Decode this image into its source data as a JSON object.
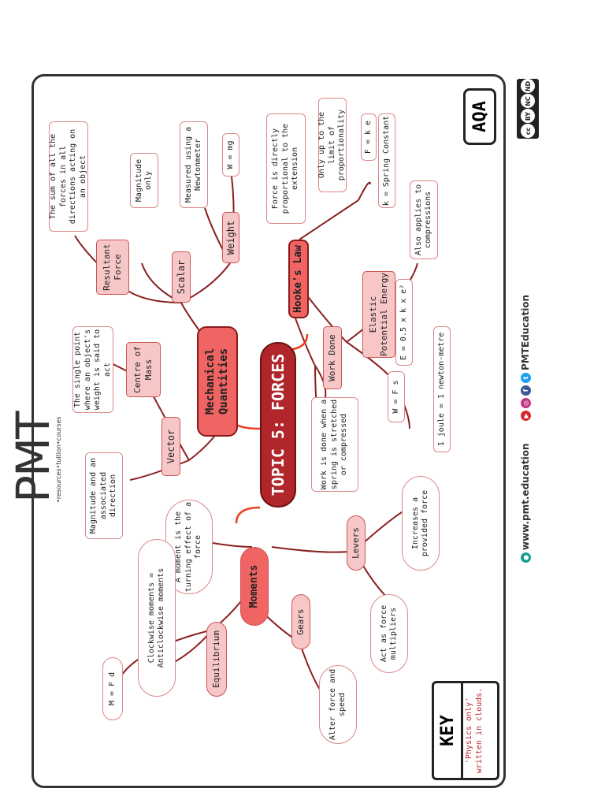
{
  "title": "TOPIC 5: FORCES",
  "board": "AQA",
  "brand": {
    "name": "PMT",
    "tagline": "•resources•tuition•courses",
    "website": "www.pmt.education",
    "social": "PMTEducation"
  },
  "license": [
    "cc",
    "BY",
    "NC",
    "ND"
  ],
  "key": {
    "title": "KEY",
    "text": "'Physics only' written in clouds."
  },
  "nodes": {
    "mechanical": "Mechanical Quantities",
    "vector": "Vector",
    "vector_desc": "Magnitude and an associated direction",
    "centre_mass": "Centre of Mass",
    "centre_mass_desc": "The single point where an object's weight is said to act",
    "resultant": "Resultant Force",
    "resultant_desc": "The sum of all the forces in all directions acting on an object",
    "scalar": "Scalar",
    "scalar_desc": "Magnitude only",
    "weight": "Weight",
    "weight_desc": "Measured using a Newtonmeter",
    "weight_eq": "W = mg",
    "hookes": "Hooke's Law",
    "hookes_desc": "Force is directly proportional to the extension",
    "limit": "Only up to the limit of proportionality",
    "f_ke": "F = k e",
    "spring_const": "k = Spring Constant",
    "compressions": "Also applies to compressions",
    "epe": "Elastic Potential Energy",
    "epe_eq": "E = 0.5 x k x e²",
    "joule": "1 joule = 1 newton-metre",
    "work_done": "Work Done",
    "w_fs": "W = F s",
    "work_desc": "Work is done when a spring is stretched or compressed",
    "moments": "Moments",
    "moment_def": "A moment is the turning effect of a force",
    "equilibrium": "Equilibrium",
    "m_fd": "M = F d",
    "clockwise": "Clockwise moments = Anticlockwise moments",
    "gears": "Gears",
    "gears_desc": "Alter force and speed",
    "levers": "Levers",
    "levers_desc1": "Increases a provided force",
    "levers_desc2": "Act as force multipliers"
  },
  "colors": {
    "dark": "#b0262a",
    "red": "#f06464",
    "pink": "#f7c7c7",
    "arrow": "#e8401e"
  }
}
